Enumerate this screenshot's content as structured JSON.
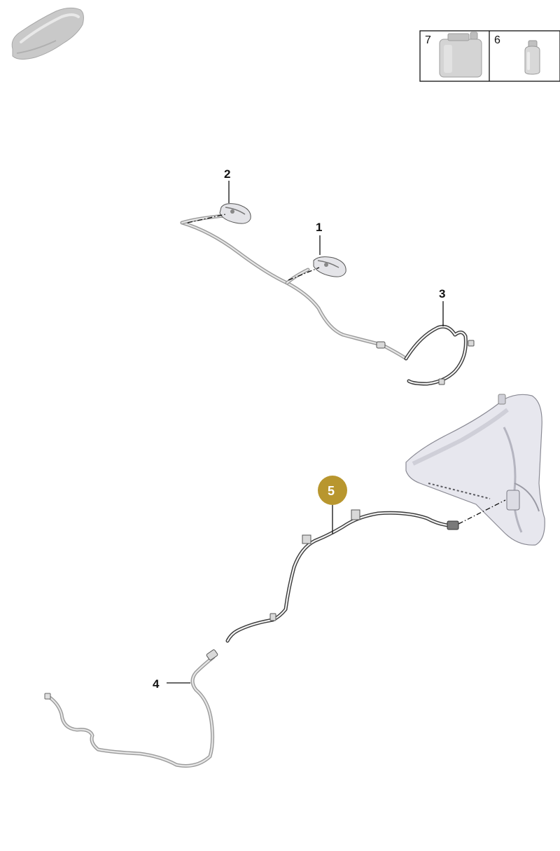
{
  "callouts": [
    {
      "id": "c1",
      "label": "1"
    },
    {
      "id": "c2",
      "label": "2"
    },
    {
      "id": "c3",
      "label": "3"
    },
    {
      "id": "c4",
      "label": "4"
    },
    {
      "id": "c5",
      "label": "5"
    }
  ],
  "legend": {
    "items": [
      {
        "label": "7",
        "icon": "canister-icon"
      },
      {
        "label": "6",
        "icon": "bottle-icon"
      }
    ]
  },
  "colors": {
    "highlight_badge": "#b8962e",
    "hose": "#3a3a3a",
    "part_fill": "#e4e4e8"
  },
  "icons": {
    "vehicle": "car-silhouette-icon",
    "reservoir": "washer-reservoir-icon",
    "nozzle": "washer-nozzle-icon"
  }
}
